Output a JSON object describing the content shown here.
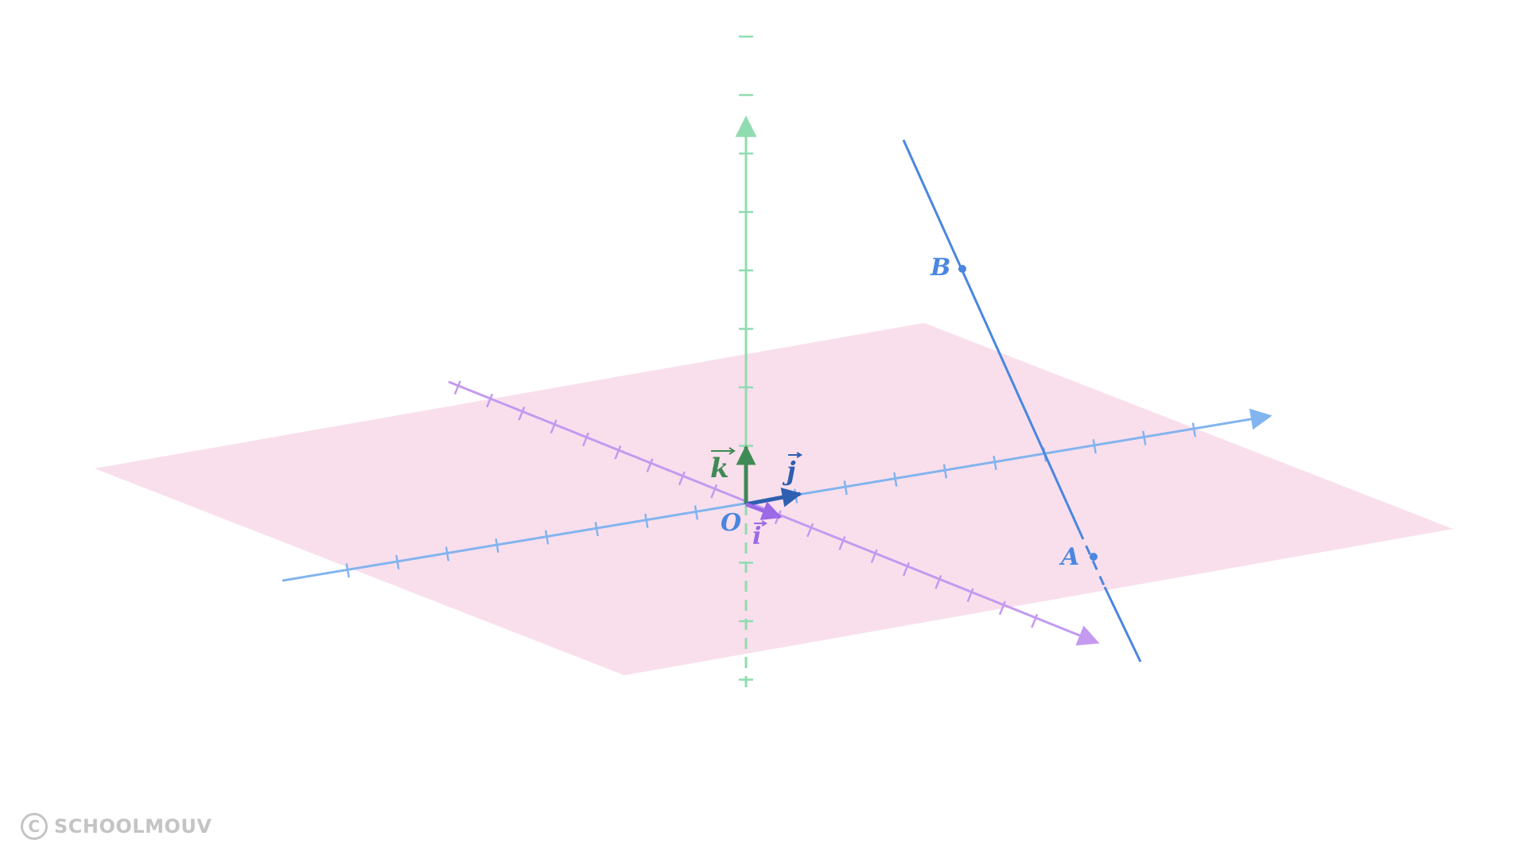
{
  "diagram": {
    "labels": {
      "origin": "O",
      "vec_i": "i",
      "vec_j": "j",
      "vec_k": "k",
      "point_A": "A",
      "point_B": "B"
    },
    "colors": {
      "plane": "#f9dfec",
      "x_axis": "#c39af0",
      "y_axis": "#82b4f0",
      "z_axis": "#8fdcb0",
      "line_AB": "#4a86e0",
      "vec_i": "#9b6ae6",
      "vec_j": "#2e5fb0",
      "vec_k": "#3f8a55",
      "label_blue": "#4a86e0",
      "label_green": "#3f8a55",
      "label_purple": "#9b6ae6",
      "watermark": "#c4c4c4"
    }
  },
  "watermark": {
    "icon_symbol": "C",
    "text": "SCHOOLMOUV"
  }
}
